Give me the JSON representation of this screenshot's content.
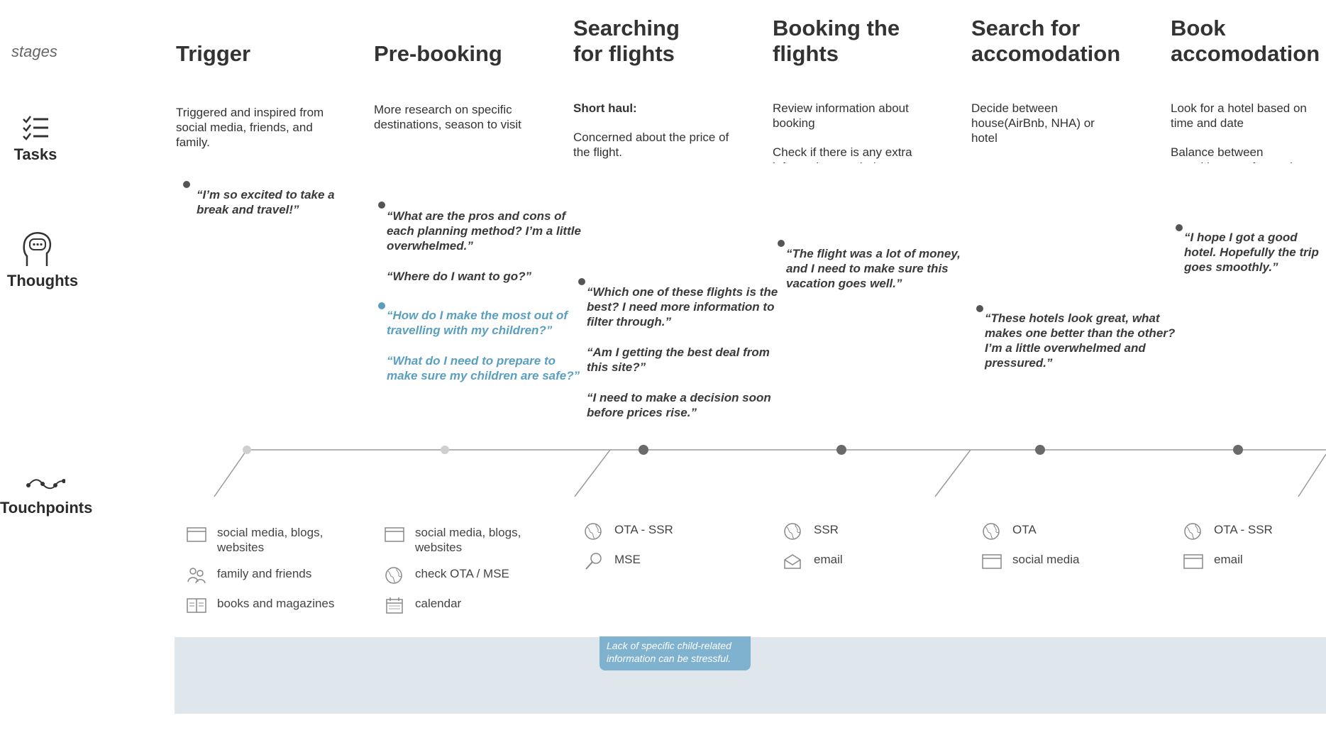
{
  "row_labels": {
    "stages": "stages",
    "tasks": "Tasks",
    "thoughts": "Thoughts",
    "touchpoints": "Touchpoints"
  },
  "icons": {
    "tasks": "checklist-icon",
    "thoughts": "head-speech-icon",
    "touchpoints": "journey-line-icon"
  },
  "stages": [
    {
      "title": "Trigger",
      "tasks": [
        {
          "text": "Triggered and inspired from social media, friends, and family.",
          "bold": false
        }
      ],
      "thoughts": [
        {
          "color": "dark",
          "quotes": [
            "“I’m so excited to take a break and travel!”"
          ]
        }
      ],
      "touchpoints": [
        {
          "icon": "browser-window-icon",
          "label": "social media, blogs, websites"
        },
        {
          "icon": "people-icon",
          "label": "family and friends"
        },
        {
          "icon": "book-icon",
          "label": "books and magazines"
        }
      ]
    },
    {
      "title": "Pre-booking",
      "tasks": [
        {
          "text": "More research on specific destinations, season to visit",
          "bold": false
        }
      ],
      "thoughts": [
        {
          "color": "dark",
          "quotes": [
            "“What are the pros and cons of each planning method? I’m a little overwhelmed.”",
            "“Where do I want to go?”"
          ]
        },
        {
          "color": "blue",
          "quotes": [
            "“How do I make the most out of travelling with my children?”",
            "“What do I need to prepare to make sure my children are safe?”"
          ]
        }
      ],
      "touchpoints": [
        {
          "icon": "browser-window-icon",
          "label": "social media, blogs, websites"
        },
        {
          "icon": "globe-icon",
          "label": "check OTA / MSE"
        },
        {
          "icon": "calendar-icon",
          "label": "calendar"
        }
      ]
    },
    {
      "title": "Searching\nfor flights",
      "tasks": [
        {
          "text": "Short haul:",
          "bold": true
        },
        {
          "text": "Concerned about the price of the flight.",
          "bold": false
        }
      ],
      "thoughts": [
        {
          "color": "dark",
          "quotes": [
            "“Which one of these flights is the best? I need more information to filter through.”",
            "“Am I getting the best deal from this site?”",
            "“I need to make a decision soon before prices rise.”"
          ]
        }
      ],
      "touchpoints": [
        {
          "icon": "globe-icon",
          "label": "OTA - SSR"
        },
        {
          "icon": "magnifier-icon",
          "label": "MSE"
        }
      ]
    },
    {
      "title": "Booking the\nflights",
      "tasks": [
        {
          "text": "Review information about booking",
          "bold": false
        },
        {
          "text": "Check if there is any extra information needed",
          "bold": false
        }
      ],
      "thoughts": [
        {
          "color": "dark",
          "quotes": [
            "“The flight was a lot of money, and I need to make sure this vacation goes well.”"
          ]
        }
      ],
      "touchpoints": [
        {
          "icon": "globe-icon",
          "label": "SSR"
        },
        {
          "icon": "envelope-icon",
          "label": "email"
        }
      ]
    },
    {
      "title": "Search for\naccomodation",
      "tasks": [
        {
          "text": "Decide between house(AirBnb, NHA) or hotel",
          "bold": false
        }
      ],
      "thoughts": [
        {
          "color": "dark",
          "quotes": [
            "“These hotels look great, what makes one better than the other? I’m a little overwhelmed and pressured.”"
          ]
        }
      ],
      "touchpoints": [
        {
          "icon": "globe-icon",
          "label": "OTA"
        },
        {
          "icon": "browser-window-icon",
          "label": "social media"
        }
      ]
    },
    {
      "title": "Book\naccomodation",
      "tasks": [
        {
          "text": "Look for a hotel based on time and date",
          "bold": false
        },
        {
          "text": "Balance between amenities, comfort and price",
          "bold": false
        }
      ],
      "thoughts": [
        {
          "color": "dark",
          "quotes": [
            "“I hope I got a good hotel. Hopefully the trip goes smoothly.”"
          ]
        }
      ],
      "touchpoints": [
        {
          "icon": "globe-icon",
          "label": "OTA - SSR"
        },
        {
          "icon": "browser-window-icon",
          "label": "email"
        }
      ]
    }
  ],
  "callout": "Lack of specific child-related information can be stressful.",
  "colors": {
    "accent_blue": "#5a9fc0",
    "band": "#dfe6ec",
    "callout": "#7fb2cf",
    "timeline": "#9a9a9a",
    "dot_light": "#cfcfcf",
    "dot_dark": "#6a6a6a"
  }
}
